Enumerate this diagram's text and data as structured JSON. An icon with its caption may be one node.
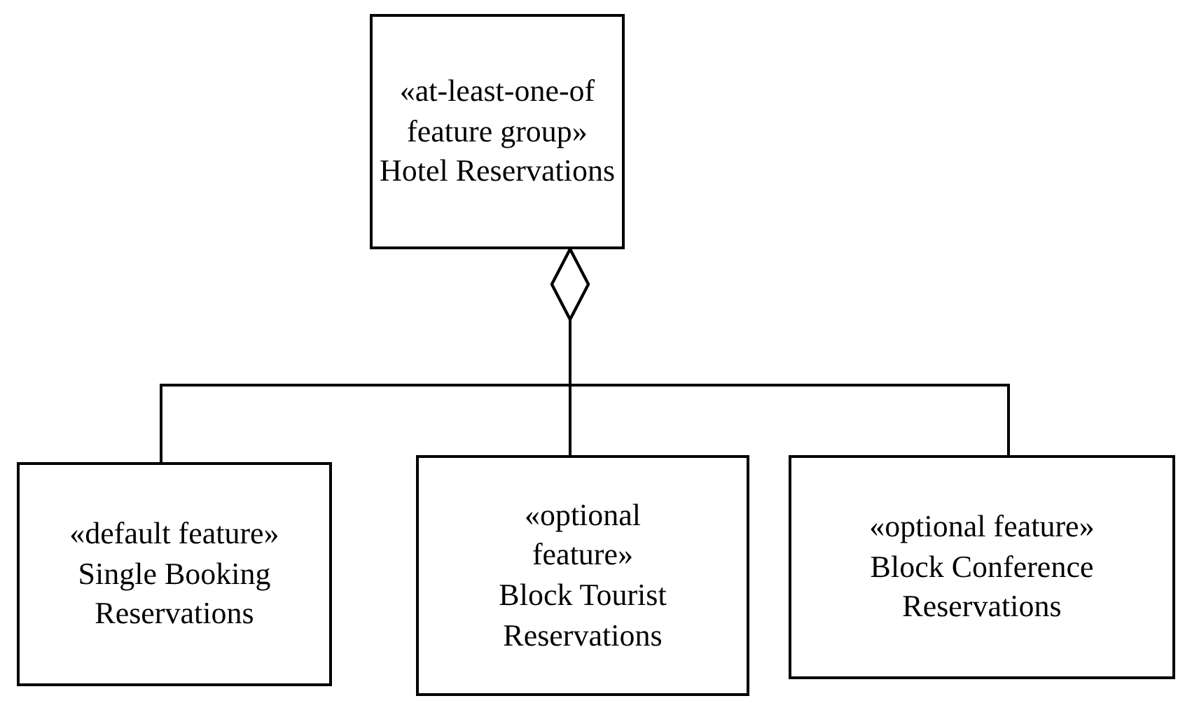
{
  "diagram": {
    "nodes": [
      {
        "text": [
          "«at-least-one-of feature group»",
          "Hotel Reservations"
        ]
      },
      {
        "text": [
          "«default feature»",
          "Single Booking Reservations"
        ]
      },
      {
        "text": [
          "«optional feature»",
          "Block Tourist Reservations"
        ]
      },
      {
        "text": [
          "«optional feature»",
          "Block Conference Reservations"
        ]
      }
    ],
    "edges": [
      {
        "from": 1,
        "to": 0,
        "arrow": "other"
      },
      {
        "from": 2,
        "to": 0,
        "arrow": "other"
      },
      {
        "from": 3,
        "to": 0,
        "arrow": "other"
      }
    ]
  }
}
